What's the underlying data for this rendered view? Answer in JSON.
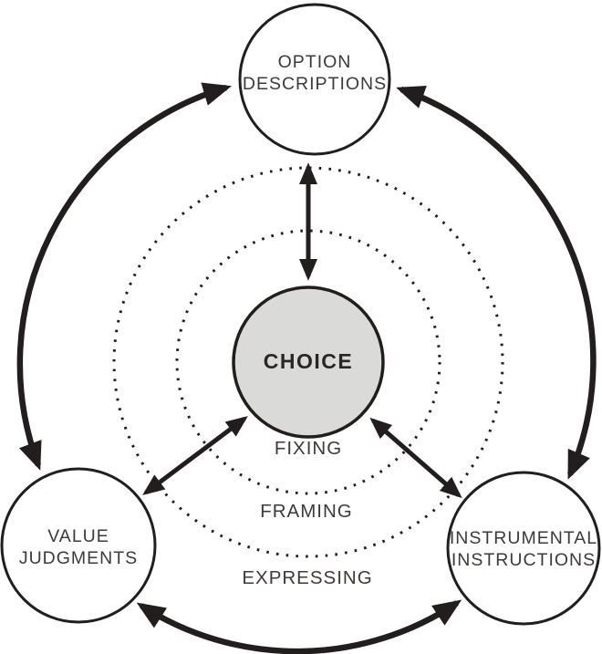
{
  "diagram": {
    "center_node": {
      "label": "CHOICE"
    },
    "nodes": {
      "option": {
        "line1": "OPTION",
        "line2": "DESCRIPTIONS"
      },
      "value": {
        "line1": "VALUE",
        "line2": "JUDGMENTS"
      },
      "instrumental": {
        "line1": "INSTRUMENTAL",
        "line2": "INSTRUCTIONS"
      }
    },
    "ring_labels": {
      "inner": "FIXING",
      "middle": "FRAMING",
      "outer": "EXPRESSING"
    },
    "colors": {
      "stroke": "#221e1e",
      "center_fill": "#dadad8",
      "node_fill": "#ffffff",
      "text": "#3d3a38",
      "center_text": "#2a2624",
      "background": "#ffffff"
    }
  }
}
